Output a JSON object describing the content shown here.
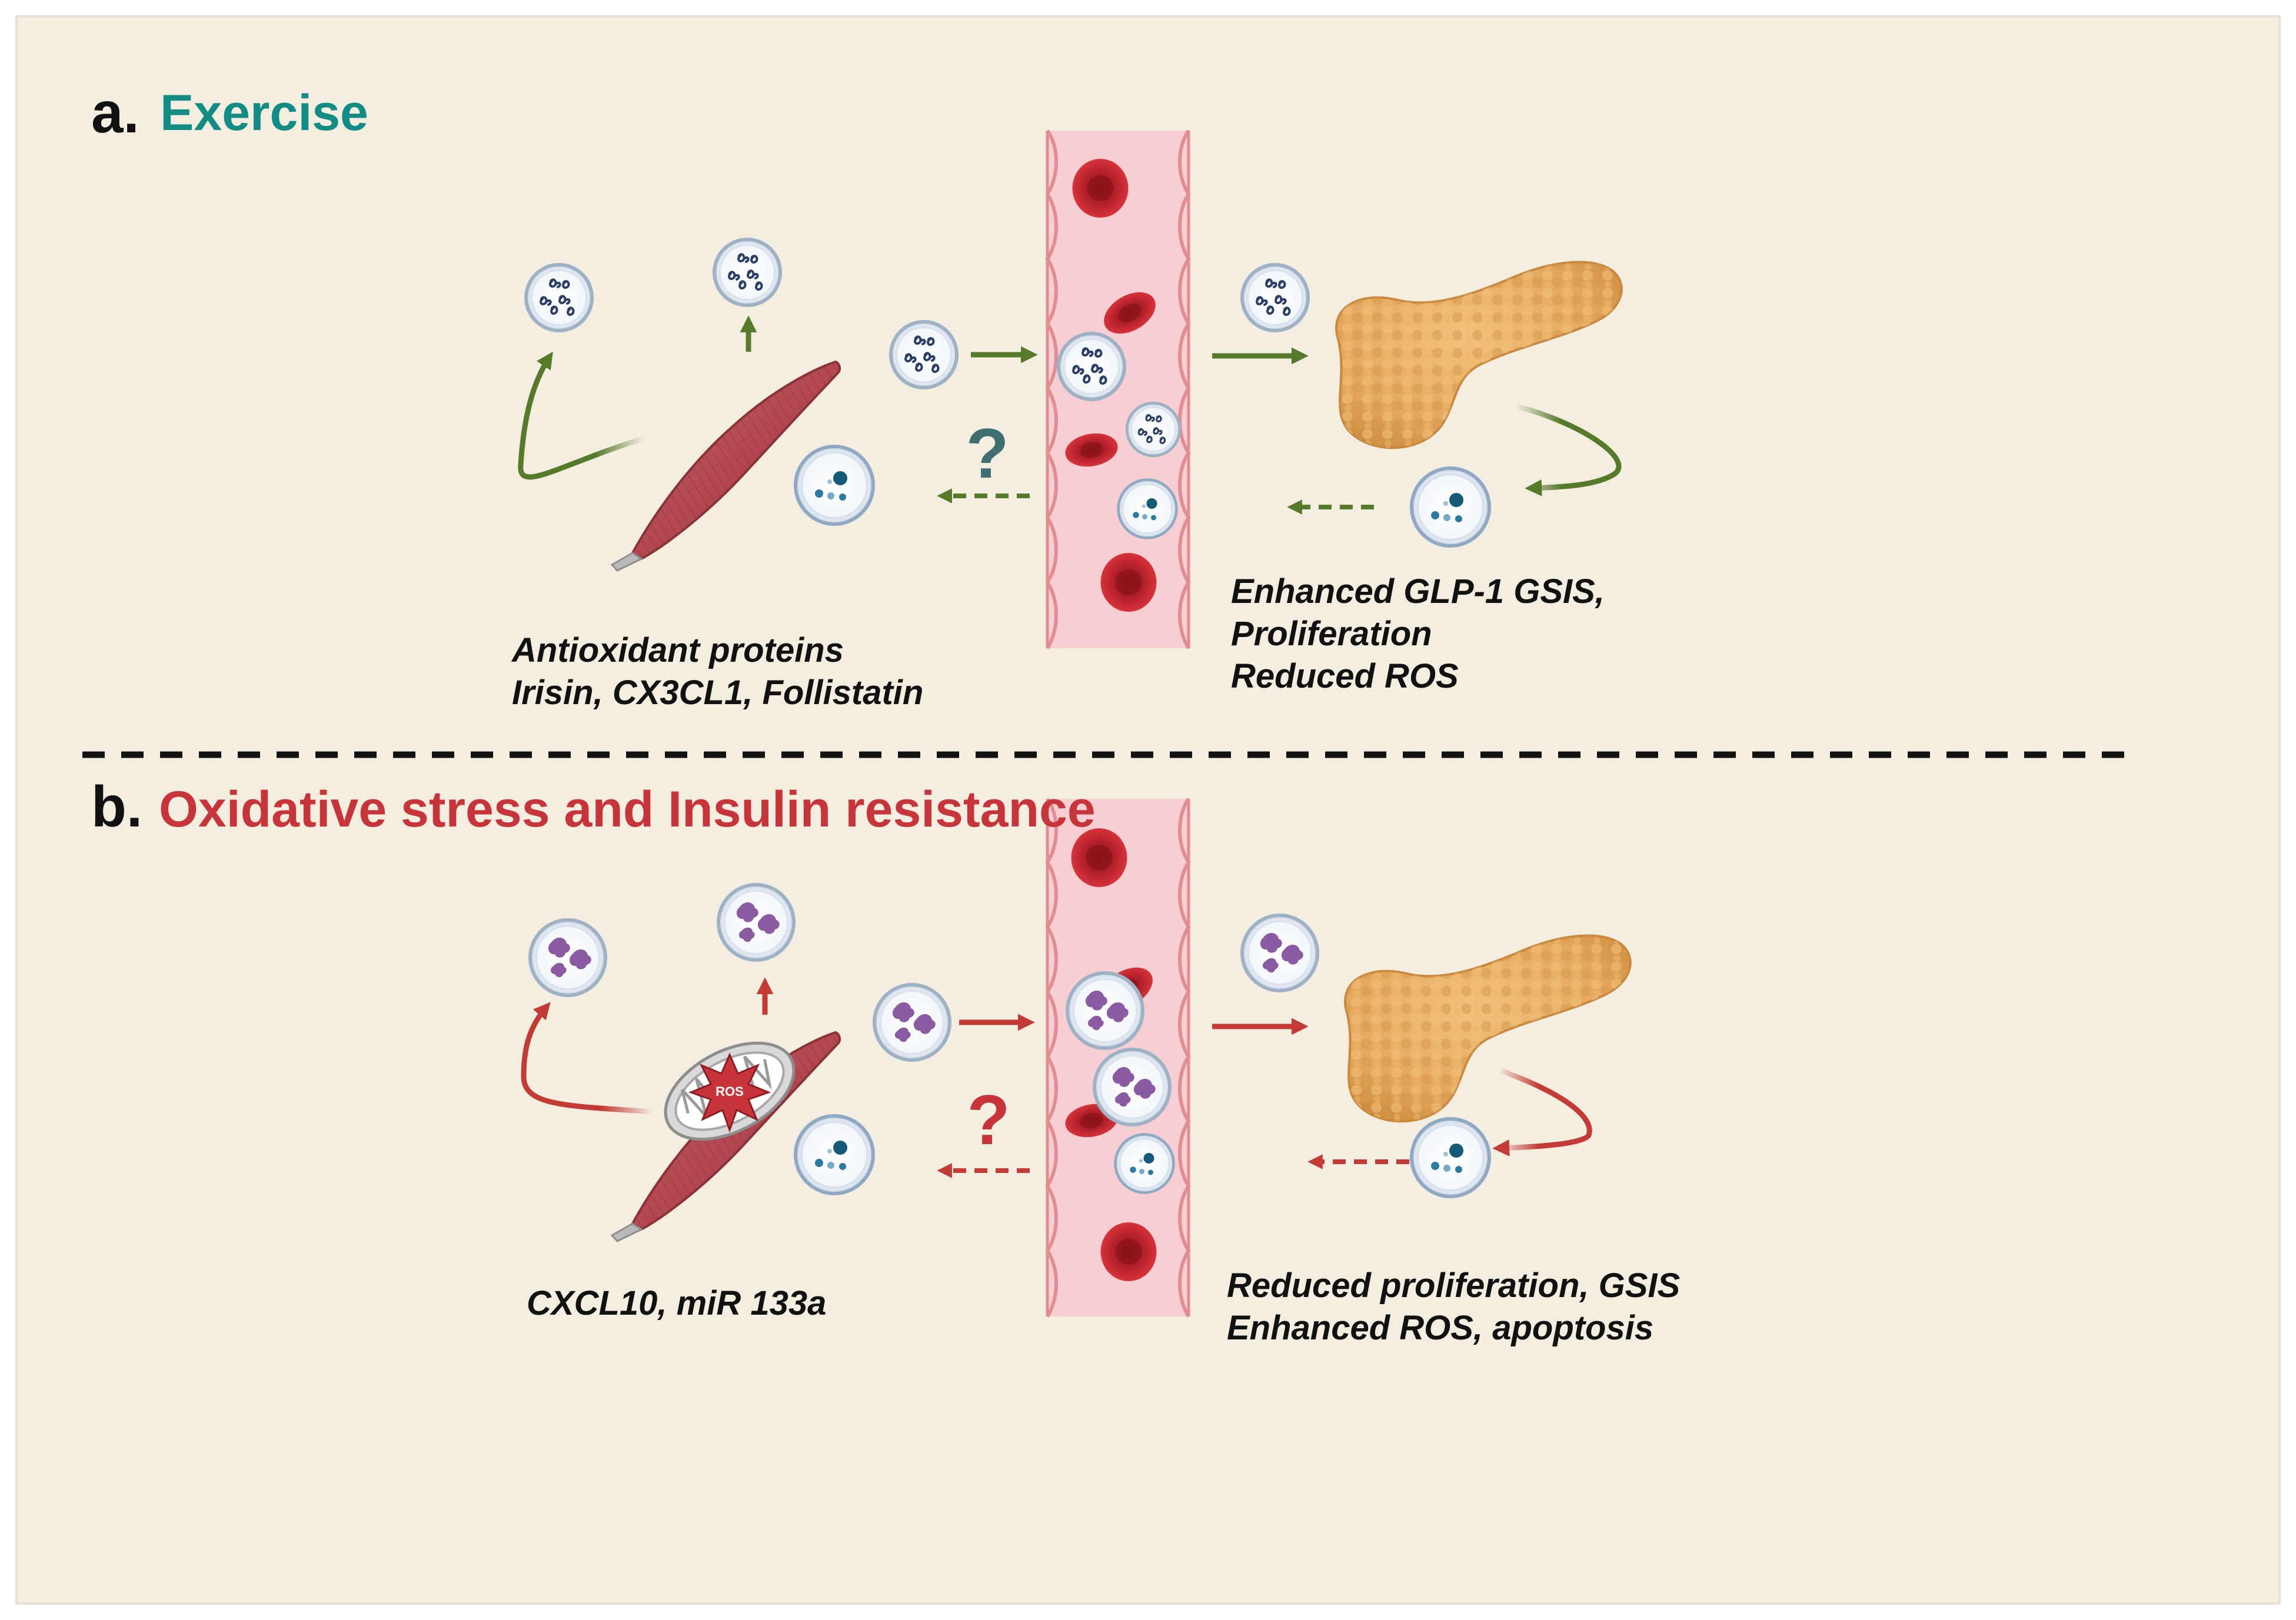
{
  "colors": {
    "background": "#f4eee1",
    "border": "#e4e4e4",
    "exercise_accent": "#138c85",
    "stress_accent": "#c7353a",
    "green_arrow": "#557a2a",
    "red_arrow": "#c43a35",
    "muscle": "#b7555a",
    "vessel": "#f8d1d3",
    "rbc": "#c4282e",
    "pancreas": "#e3aa5f",
    "question_teal": "#3f6f73",
    "question_red": "#c7353a"
  },
  "panel_a": {
    "letter": "a.",
    "title": "Exercise",
    "question_mark": "?",
    "muscle_caption": [
      "Antioxidant proteins",
      "Irisin, CX3CL1, Follistatin"
    ],
    "pancreas_caption": [
      "Enhanced GLP-1 GSIS,",
      "Proliferation",
      "Reduced ROS"
    ]
  },
  "panel_b": {
    "letter": "b.",
    "title": "Oxidative stress and Insulin resistance",
    "question_mark": "?",
    "ros_label": "ROS",
    "muscle_caption": [
      "CXCL10, miR 133a"
    ],
    "pancreas_caption": [
      "Reduced proliferation, GSIS",
      "Enhanced ROS, apoptosis"
    ]
  },
  "icons": {
    "muscle": "skeletal-muscle-icon",
    "vessel": "blood-vessel-icon",
    "red_blood_cell": "red-blood-cell-icon",
    "pancreas": "pancreas-icon",
    "vesicle_protein": "exosome-protein-icon",
    "vesicle_stress": "exosome-stress-cargo-icon",
    "vesicle_blue": "vesicle-blue-icon",
    "mitochondrion": "mitochondrion-icon"
  }
}
